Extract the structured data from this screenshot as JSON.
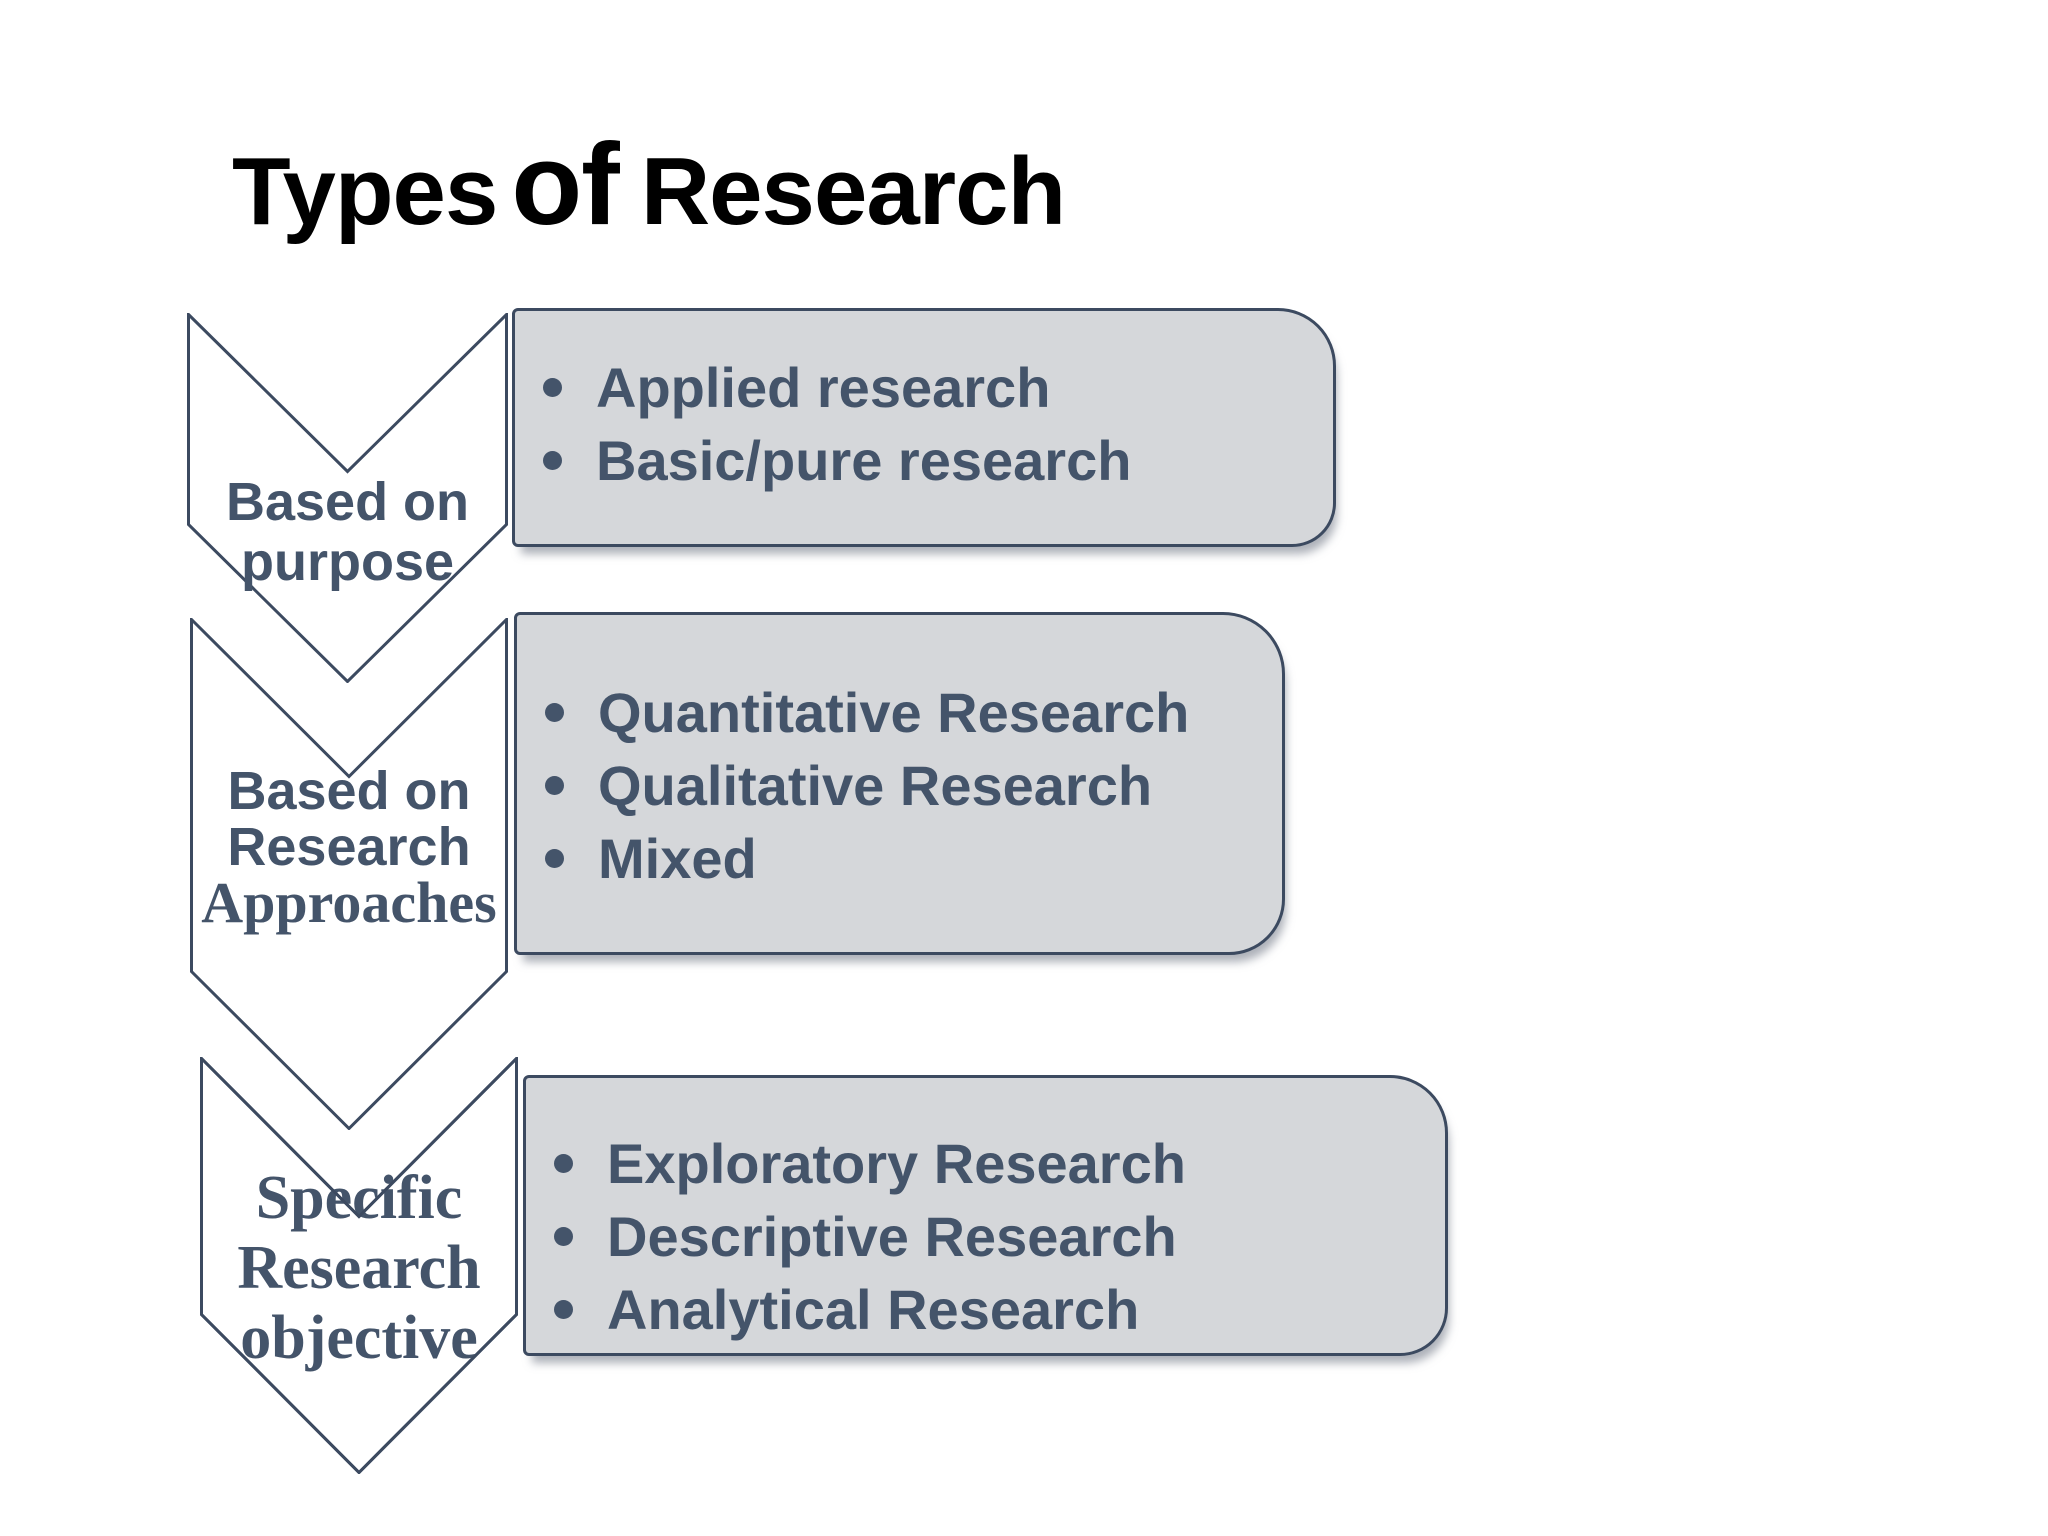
{
  "slide": {
    "background": "#FFFFFF"
  },
  "title": {
    "word1": "Types",
    "word2": "of",
    "word3": "Research"
  },
  "colors": {
    "accent": "#44546A",
    "box_fill": "#D5D7DA",
    "box_border": "#3C4A60",
    "title_color": "#000000"
  },
  "rows": [
    {
      "label_lines": [
        "Based on",
        "purpose"
      ],
      "bullets": [
        "Applied research",
        "Basic/pure research"
      ]
    },
    {
      "label_lines": [
        "Based on",
        "Research",
        "Approaches"
      ],
      "bullets": [
        "Quantitative Research",
        "Qualitative Research",
        "Mixed"
      ]
    },
    {
      "label_lines": [
        "Specific",
        "Research",
        "objective"
      ],
      "bullets": [
        "Exploratory Research",
        "Descriptive Research",
        "Analytical Research"
      ]
    }
  ]
}
